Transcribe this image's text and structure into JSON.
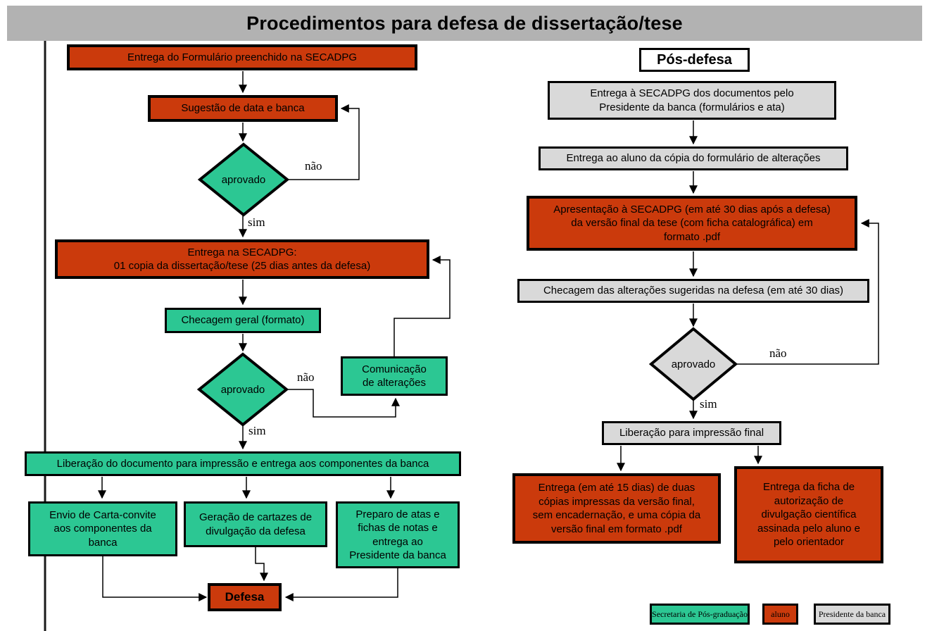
{
  "title": "Procedimentos para defesa de dissertação/tese",
  "section_heading": "Pós-defesa",
  "edge_labels": {
    "yes": "sim",
    "no": "não"
  },
  "colors": {
    "secretaria_green": "#2cc793",
    "aluno_red": "#cb3a0c",
    "presidente_gray": "#d9d9d9",
    "title_bar_gray": "#b2b2b2"
  },
  "pre_defense_flow": {
    "entrega_formulario": "Entrega do Formulário preenchido na SECADPG",
    "sugestao_data_banca": "Sugestão de data e banca",
    "aprovado_1": "aprovado",
    "entrega_secadpg": "Entrega na SECADPG:\n01 copia da dissertação/tese (25 dias antes da defesa)",
    "checagem_geral": "Checagem geral (formato)",
    "aprovado_2": "aprovado",
    "comunicacao_alteracoes": "Comunicação\nde alterações",
    "liberacao_documento": "Liberação do documento para impressão e entrega aos componentes da banca",
    "envio_carta": "Envio de Carta-convite\naos componentes da\nbanca",
    "geracao_cartazes": "Geração de cartazes de\ndivulgação da defesa",
    "preparo_atas": "Preparo de atas e\nfichas de notas e\nentrega ao\nPresidente da banca",
    "defesa": "Defesa"
  },
  "post_defense_flow": {
    "entrega_documentos": "Entrega à SECADPG dos documentos pelo\nPresidente da banca (formulários e ata)",
    "entrega_copia_aluno": "Entrega ao aluno da cópia do formulário de alterações",
    "apresentacao_versao_final": "Apresentação à SECADPG (em até 30 dias após a defesa)\nda versão final da tese (com ficha catalográfica) em\nformato .pdf",
    "checagem_alteracoes": "Checagem das alterações sugeridas na defesa (em até 30 dias)",
    "aprovado_3": "aprovado",
    "liberacao_impressao": "Liberação para impressão final",
    "entrega_copias": "Entrega (em até 15 dias) de duas\ncópias impressas da versão final,\nsem encadernação, e uma cópia da\nversão final em formato .pdf",
    "entrega_ficha": "Entrega da ficha de\nautorização de\ndivulgação científica\nassinada pelo aluno e\npelo orientador"
  },
  "legend": {
    "secretaria": "Secretaria de Pós-graduação",
    "aluno": "aluno",
    "presidente": "Presidente da banca"
  }
}
